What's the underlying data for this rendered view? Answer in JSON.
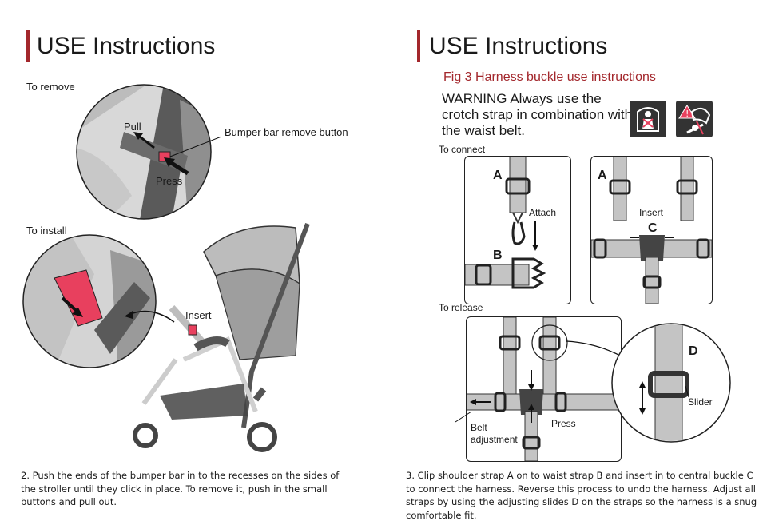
{
  "left": {
    "title": "USE Instructions",
    "to_remove_label": "To remove",
    "pull_label": "Pull",
    "press_label": "Press",
    "bumper_label": "Bumper bar remove button",
    "to_install_label": "To install",
    "insert_label": "Insert",
    "paragraph": "2. Push the ends of the bumper bar in to the recesses on the sides of the stroller until they click in place. To remove it, push in the small buttons and pull out."
  },
  "right": {
    "title": "USE Instructions",
    "fig_caption": "Fig 3 Harness buckle use instructions",
    "warning": "WARNING Always use the crotch strap in combination with the waist belt.",
    "to_connect_label": "To connect",
    "panel1": {
      "letter_a": "A",
      "letter_b": "B",
      "attach": "Attach"
    },
    "panel2": {
      "letter_a": "A",
      "letter_c": "C",
      "insert": "Insert"
    },
    "to_release_label": "To release",
    "panel3": {
      "belt_adjustment_line1": "Belt",
      "belt_adjustment_line2": "adjustment",
      "press": "Press"
    },
    "detail": {
      "letter_d": "D",
      "slider": "Slider"
    },
    "paragraph": "3. Clip shoulder strap A on to waist strap B and insert in to central buckle C to connect the harness. Reverse this process to undo the harness. Adjust all straps by using the adjusting slides D on the straps so the harness is a snug comfortable fit."
  },
  "icons": [
    "child-seat-harness-icon",
    "warning-fall-icon"
  ],
  "colors": {
    "accent": "#a3272c",
    "pink": "#e8405e",
    "gray": "#bdbdbd",
    "dark": "#4a4a4a"
  }
}
